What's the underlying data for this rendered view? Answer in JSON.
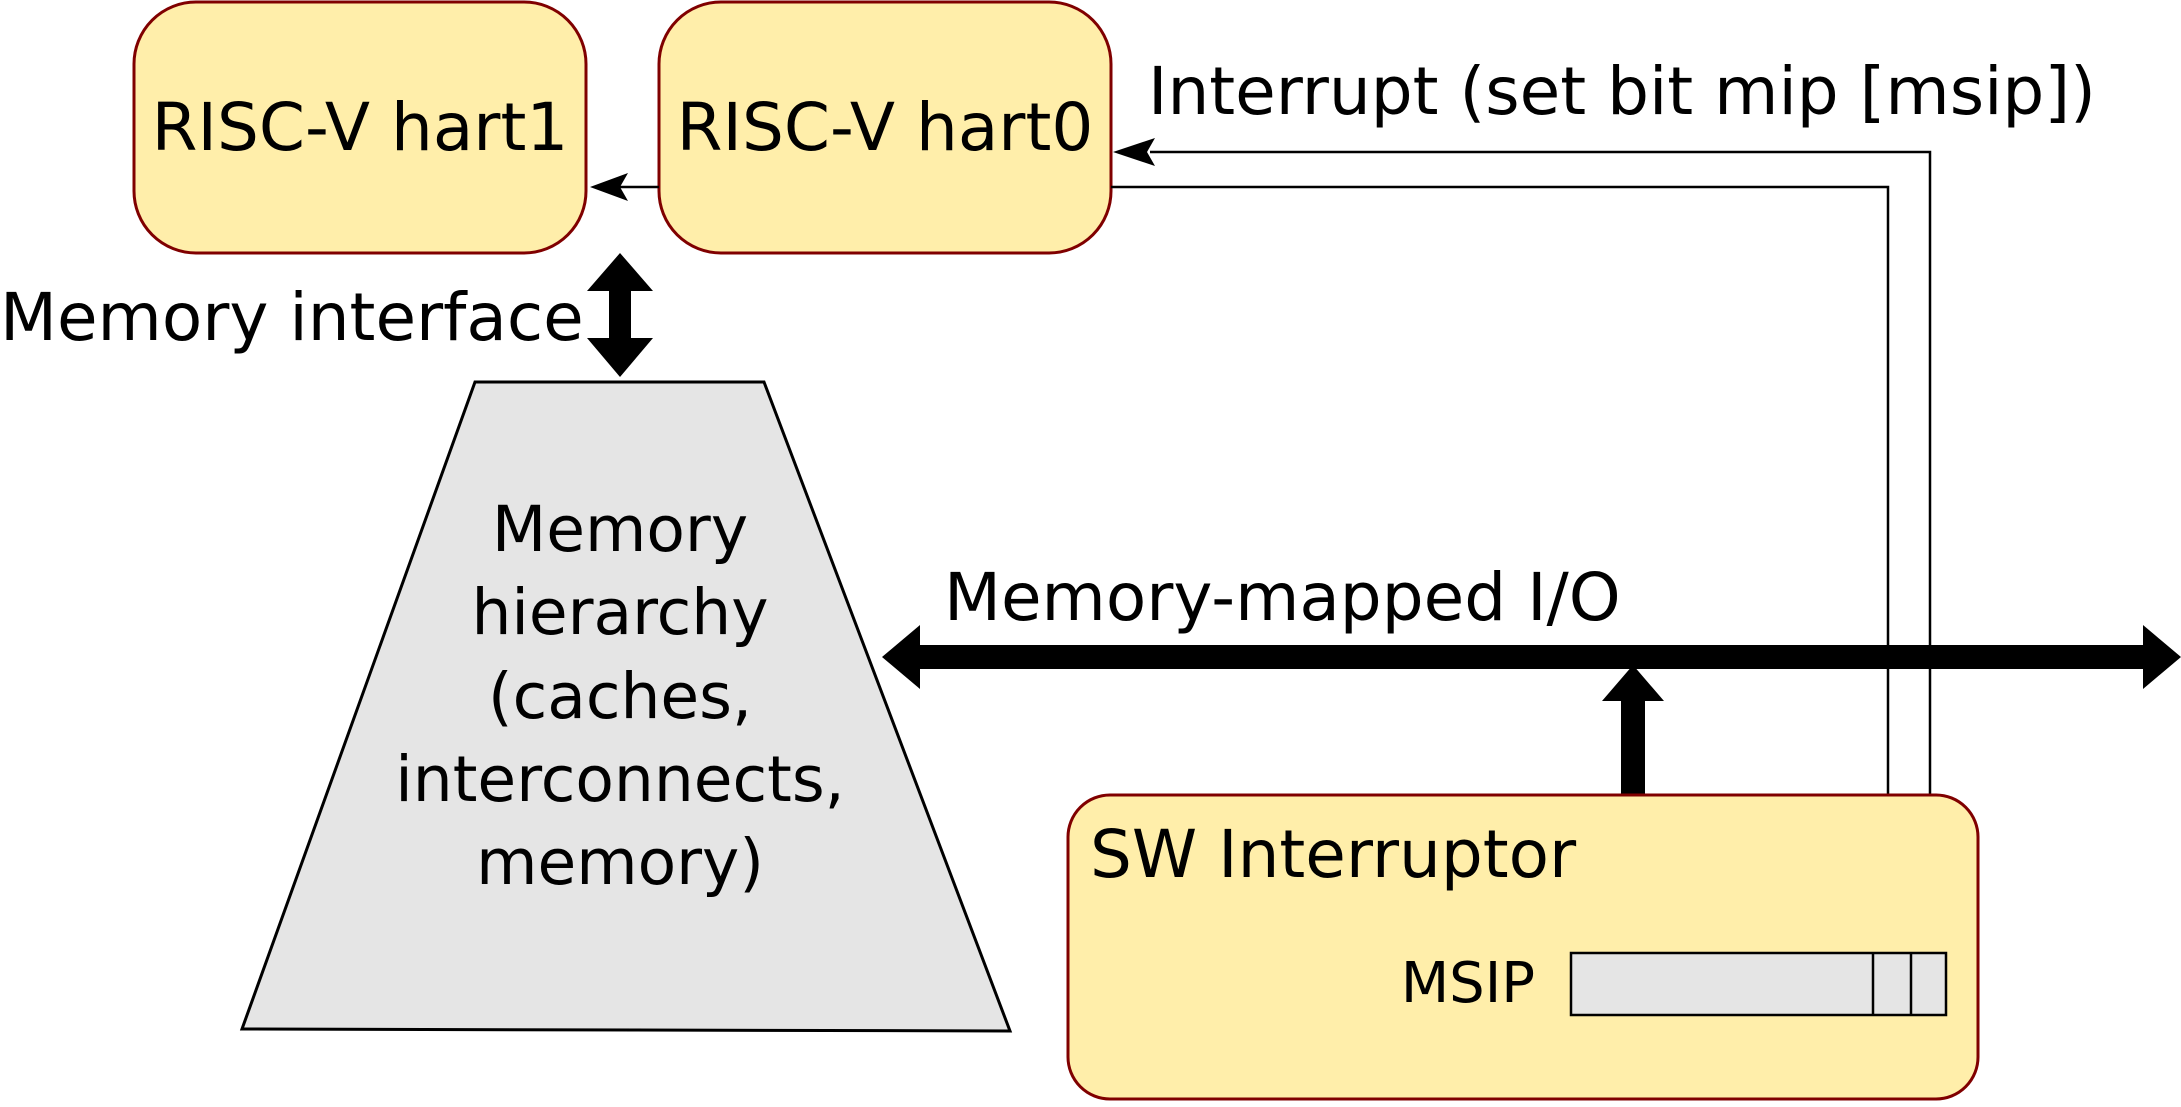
{
  "diagram": {
    "hart1": {
      "label": "RISC-V hart1"
    },
    "hart0": {
      "label": "RISC-V hart0"
    },
    "interrupt_label": "Interrupt (set bit mip [msip])",
    "memory_interface_label": "Memory interface",
    "memory_hierarchy": {
      "lines": [
        "Memory",
        "hierarchy",
        "(caches,",
        "interconnects,",
        "memory)"
      ]
    },
    "mmio_label": "Memory-mapped I/O",
    "sw_interruptor": {
      "label": "SW Interruptor",
      "register_label": "MSIP"
    }
  },
  "colors": {
    "hart_fill": "#FFEEAA",
    "hart_stroke": "#800000",
    "hierarchy_fill": "#E5E5E5",
    "register_fill": "#E5E5E5",
    "line": "#000000"
  }
}
